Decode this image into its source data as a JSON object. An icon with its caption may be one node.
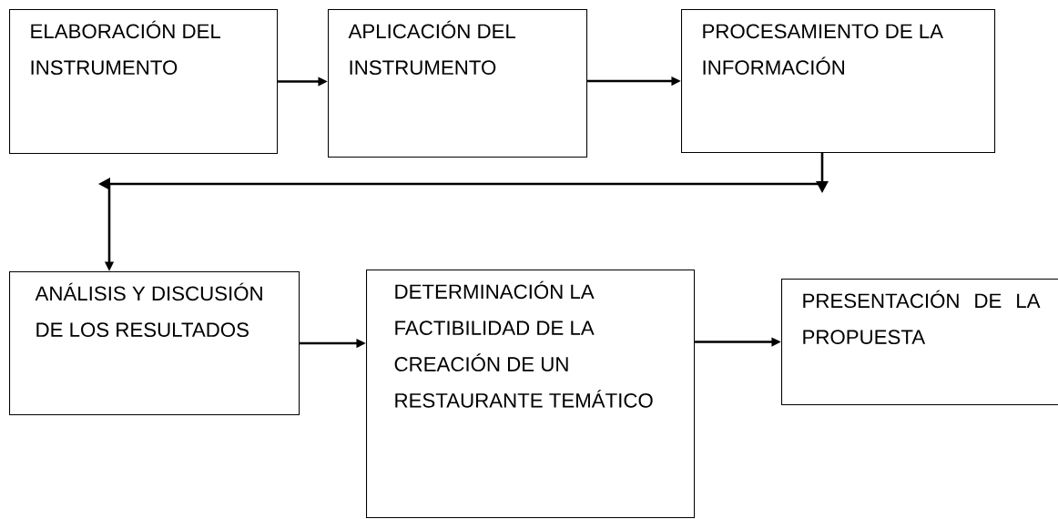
{
  "diagram": {
    "nodes": [
      {
        "text": [
          "ELABORACIÓN DEL INSTRUMENTO"
        ]
      },
      {
        "text": [
          "APLICACIÓN DEL INSTRUMENTO"
        ]
      },
      {
        "text": [
          "PROCESAMIENTO DE LA INFORMACIÓN"
        ]
      },
      {
        "text": [
          "ANÁLISIS Y DISCUSIÓN DE LOS RESULTADOS"
        ]
      },
      {
        "text": [
          "DETERMINACIÓN LA FACTIBILIDAD DE LA CREACIÓN DE UN RESTAURANTE TEMÁTICO"
        ]
      },
      {
        "text": [
          "PRESENTACIÓN DE LA PROPUESTA"
        ]
      }
    ],
    "edges": [
      {
        "from": 0,
        "to": 1,
        "arrow": "to"
      },
      {
        "from": 1,
        "to": 2,
        "arrow": "to"
      },
      {
        "from": 2,
        "to": 3,
        "arrow": "to"
      },
      {
        "from": 3,
        "to": 4,
        "arrow": "to"
      },
      {
        "from": 4,
        "to": 5,
        "arrow": "to"
      }
    ]
  }
}
